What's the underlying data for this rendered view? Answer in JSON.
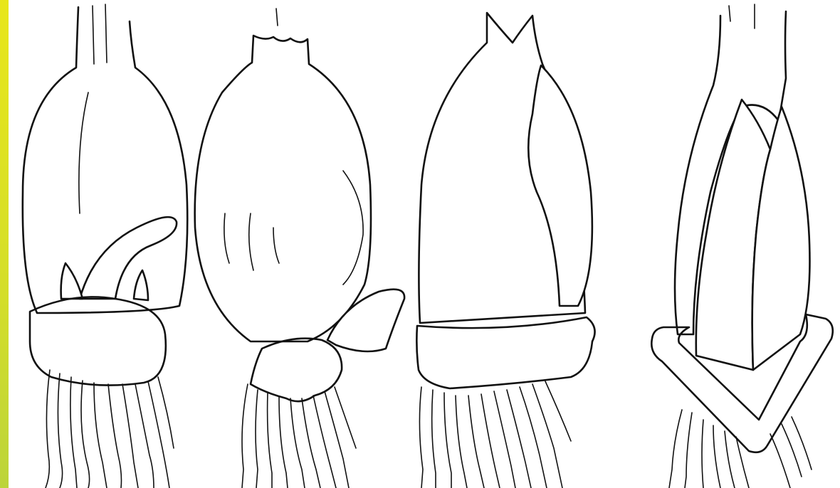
{
  "figure": {
    "panels": [
      {
        "id": "panel-1"
      },
      {
        "id": "panel-2"
      },
      {
        "id": "panel-3"
      },
      {
        "id": "panel-4"
      }
    ]
  },
  "colors": {
    "frame": "#e4e31d",
    "ink": "#111111",
    "paper": "#ffffff"
  }
}
